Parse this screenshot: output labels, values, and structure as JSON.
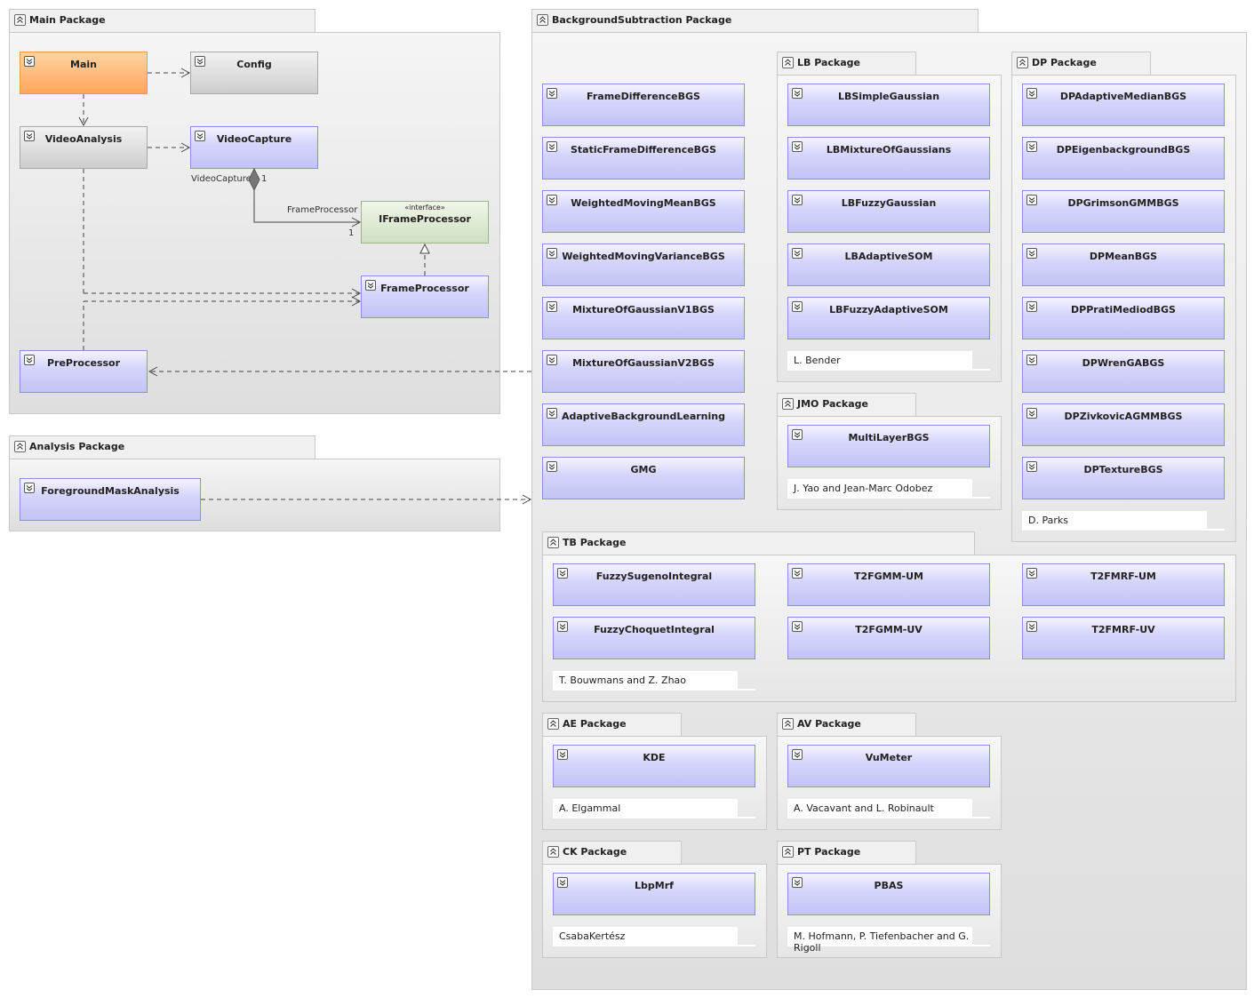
{
  "packages": {
    "main": "Main Package",
    "analysis": "Analysis Package",
    "bgs": "BackgroundSubtraction Package",
    "lb": "LB Package",
    "dp": "DP Package",
    "jmo": "JMO Package",
    "tb": "TB Package",
    "ae": "AE Package",
    "av": "AV Package",
    "ck": "CK Package",
    "pt": "PT Package"
  },
  "main": {
    "main": "Main",
    "config": "Config",
    "video_analysis": "VideoAnalysis",
    "video_capture": "VideoCapture",
    "iframe_processor": "IFrameProcessor",
    "interface_stereotype": "«interface»",
    "frame_processor": "FrameProcessor",
    "pre_processor": "PreProcessor",
    "assoc_source_role": "VideoCapture",
    "assoc_source_mult": "1",
    "assoc_target_role": "FrameProcessor",
    "assoc_target_mult": "1"
  },
  "analysis": {
    "foreground_mask_analysis": "ForegroundMaskAnalysis"
  },
  "bgs": {
    "classes": [
      "FrameDifferenceBGS",
      "StaticFrameDifferenceBGS",
      "WeightedMovingMeanBGS",
      "WeightedMovingVarianceBGS",
      "MixtureOfGaussianV1BGS",
      "MixtureOfGaussianV2BGS",
      "AdaptiveBackgroundLearning",
      "GMG"
    ]
  },
  "lb": {
    "classes": [
      "LBSimpleGaussian",
      "LBMixtureOfGaussians",
      "LBFuzzyGaussian",
      "LBAdaptiveSOM",
      "LBFuzzyAdaptiveSOM"
    ],
    "author": "L. Bender"
  },
  "dp": {
    "classes": [
      "DPAdaptiveMedianBGS",
      "DPEigenbackgroundBGS",
      "DPGrimsonGMMBGS",
      "DPMeanBGS",
      "DPPratiMediodBGS",
      "DPWrenGABGS",
      "DPZivkovicAGMMBGS",
      "DPTextureBGS"
    ],
    "author": "D. Parks"
  },
  "jmo": {
    "classes": [
      "MultiLayerBGS"
    ],
    "author": "J. Yao and Jean-Marc Odobez"
  },
  "tb": {
    "classes": [
      "FuzzySugenoIntegral",
      "FuzzyChoquetIntegral",
      "T2FGMM-UM",
      "T2FGMM-UV",
      "T2FMRF-UM",
      "T2FMRF-UV"
    ],
    "author": "T. Bouwmans and Z. Zhao"
  },
  "ae": {
    "classes": [
      "KDE"
    ],
    "author": "A. Elgammal"
  },
  "av": {
    "classes": [
      "VuMeter"
    ],
    "author": "A. Vacavant and L. Robinault"
  },
  "ck": {
    "classes": [
      "LbpMrf"
    ],
    "author": "CsabaKertész"
  },
  "pt": {
    "classes": [
      "PBAS"
    ],
    "author": "M. Hofmann, P. Tiefenbacher and G. Rigoll"
  }
}
